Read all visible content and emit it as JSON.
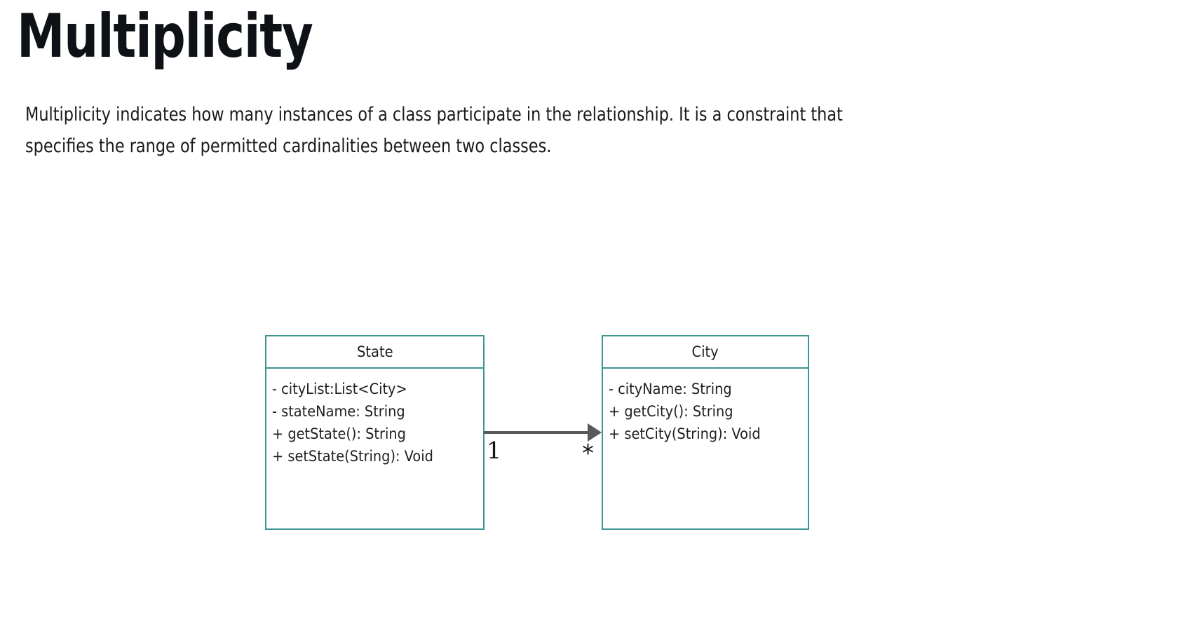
{
  "slide": {
    "title": "Multiplicity",
    "body_lines": [
      "Multiplicity indicates how many instances of a class participate in the relationship. It is a constraint that",
      "specifies the range of permitted cardinalities between two classes."
    ]
  },
  "diagram": {
    "type": "uml-class-diagram",
    "accent_color": "#3d9490",
    "connector_color": "#595959",
    "classes": [
      {
        "id": "state",
        "name": "State",
        "members": [
          "- cityList:List<City>",
          "- stateName: String",
          "+ getState(): String",
          "+ setState(String): Void"
        ]
      },
      {
        "id": "city",
        "name": "City",
        "members": [
          "- cityName: String",
          "+ getCity(): String",
          "+ setCity(String): Void"
        ]
      }
    ],
    "association": {
      "from": "State",
      "to": "City",
      "arrow": "open-directed",
      "source_multiplicity": "1",
      "target_multiplicity": "*"
    }
  }
}
